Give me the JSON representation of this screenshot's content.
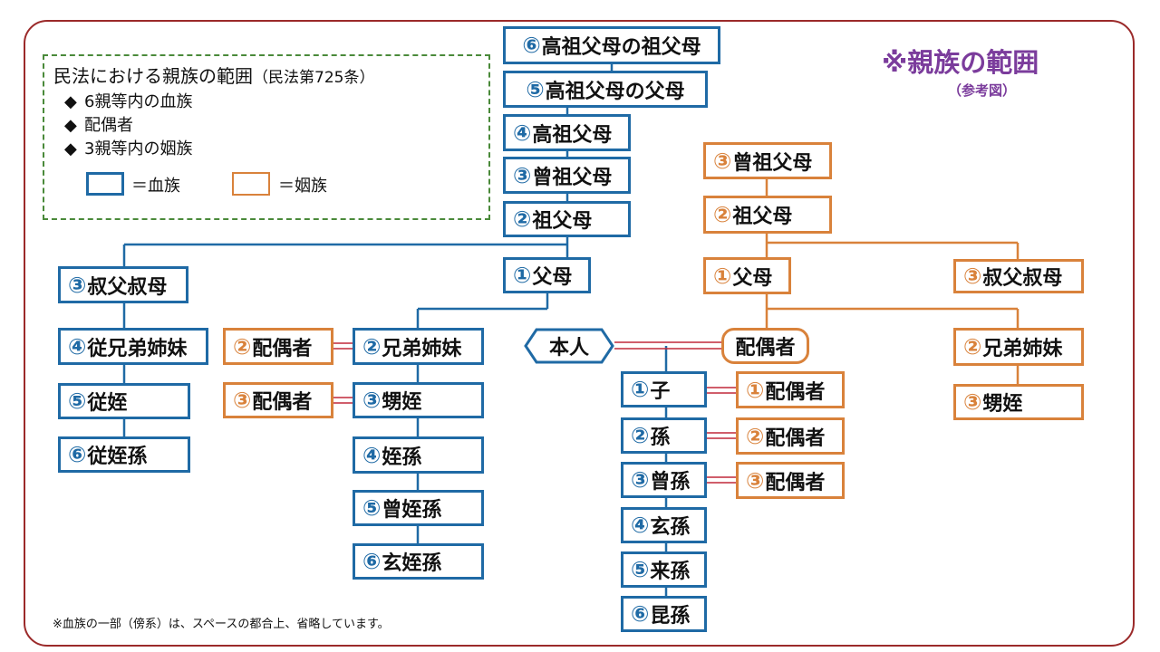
{
  "title": "※親族の範囲",
  "subtitle": "（参考図）",
  "legend": {
    "title": "民法における親族の範囲",
    "title_note": "（民法第725条）",
    "items": [
      "6親等内の血族",
      "配偶者",
      "3親等内の姻族"
    ],
    "blood_label": "＝血族",
    "inlaw_label": "＝姻族",
    "bullet": "◆",
    "colors": {
      "blood": "#1f6aa5",
      "inlaw": "#d9823b"
    }
  },
  "self_label": "本人",
  "spouse_label": "配偶者",
  "footnote": "※血族の一部（傍系）は、スペースの都合上、省略しています。",
  "boxes": {
    "g6": {
      "num": "⑥",
      "text": "高祖父母の祖父母"
    },
    "g5": {
      "num": "⑤",
      "text": "高祖父母の父母"
    },
    "g4": {
      "num": "④",
      "text": "高祖父母"
    },
    "g3": {
      "num": "③",
      "text": "曾祖父母"
    },
    "g2": {
      "num": "②",
      "text": "祖父母"
    },
    "g1": {
      "num": "①",
      "text": "父母"
    },
    "uncle": {
      "num": "③",
      "text": "叔父叔母"
    },
    "cousin": {
      "num": "④",
      "text": "従兄弟姉妹"
    },
    "cousin_child": {
      "num": "⑤",
      "text": "従姪"
    },
    "cousin_gchild": {
      "num": "⑥",
      "text": "従姪孫"
    },
    "sib_spouse": {
      "num": "②",
      "text": "配偶者"
    },
    "neph_spouse": {
      "num": "③",
      "text": "配偶者"
    },
    "sibling": {
      "num": "②",
      "text": "兄弟姉妹"
    },
    "nephew": {
      "num": "③",
      "text": "甥姪"
    },
    "grandnephew": {
      "num": "④",
      "text": "姪孫"
    },
    "ggnephew": {
      "num": "⑤",
      "text": "曾姪孫"
    },
    "gggnephew": {
      "num": "⑥",
      "text": "玄姪孫"
    },
    "child": {
      "num": "①",
      "text": "子"
    },
    "grandchild": {
      "num": "②",
      "text": "孫"
    },
    "ggchild": {
      "num": "③",
      "text": "曾孫"
    },
    "gggchild": {
      "num": "④",
      "text": "玄孫"
    },
    "ggggchild": {
      "num": "⑤",
      "text": "来孫"
    },
    "gggggchild": {
      "num": "⑥",
      "text": "昆孫"
    },
    "child_spouse": {
      "num": "①",
      "text": "配偶者"
    },
    "grandchild_spouse": {
      "num": "②",
      "text": "配偶者"
    },
    "ggchild_spouse": {
      "num": "③",
      "text": "配偶者"
    },
    "sp_g3": {
      "num": "③",
      "text": "曾祖父母"
    },
    "sp_g2": {
      "num": "②",
      "text": "祖父母"
    },
    "sp_g1": {
      "num": "①",
      "text": "父母"
    },
    "sp_uncle": {
      "num": "③",
      "text": "叔父叔母"
    },
    "sp_sibling": {
      "num": "②",
      "text": "兄弟姉妹"
    },
    "sp_nephew": {
      "num": "③",
      "text": "甥姪"
    }
  }
}
